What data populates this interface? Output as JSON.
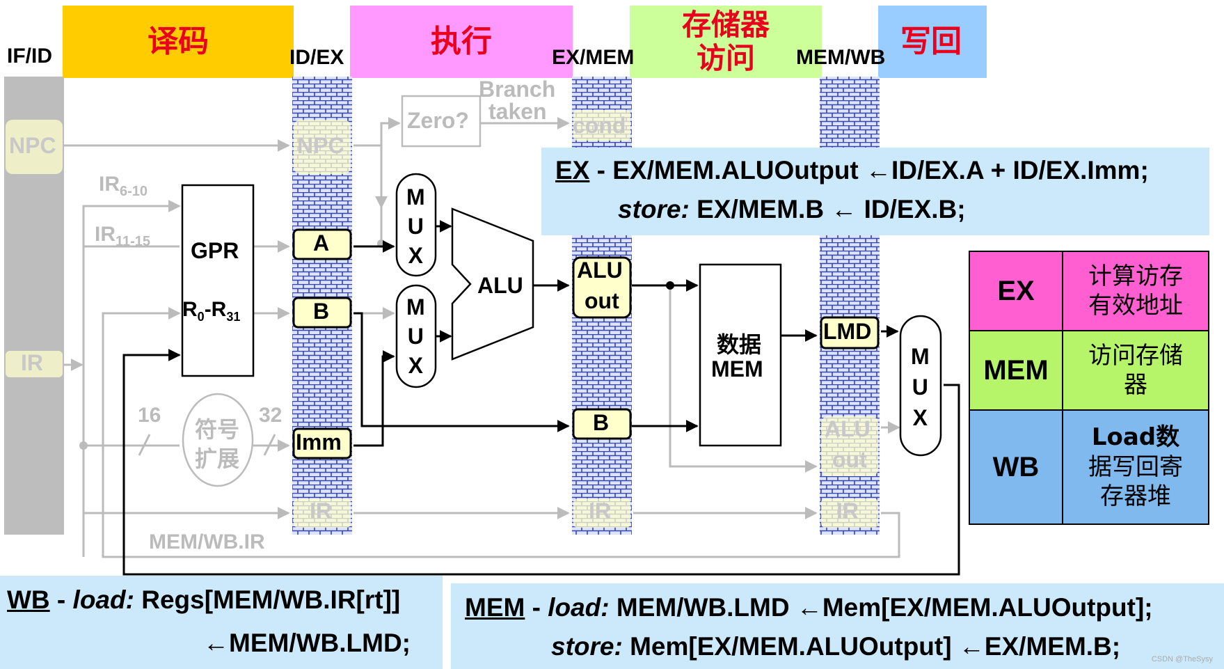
{
  "stages": {
    "decode": "译码",
    "execute": "执行",
    "memory_line1": "存储器",
    "memory_line2": "访问",
    "writeback": "写回"
  },
  "latches": {
    "ifid": "IF/ID",
    "idex": "ID/EX",
    "exmem": "EX/MEM",
    "memwb": "MEM/WB"
  },
  "registers": {
    "npc": "NPC",
    "ir": "IR",
    "a": "A",
    "b": "B",
    "imm": "Imm",
    "cond": "cond",
    "alu_out_1": "ALU",
    "alu_out_2": "out",
    "lmd": "LMD"
  },
  "units": {
    "gpr": "GPR",
    "regs_base": "R",
    "regs_sub0": "0",
    "regs_dash": "-R",
    "regs_sub31": "31",
    "alu": "ALU",
    "mux_m": "M",
    "mux_u": "U",
    "mux_x": "X",
    "dmem_line1": "数据",
    "dmem_line2": "MEM",
    "zero": "Zero?",
    "branch_taken_1": "Branch",
    "branch_taken_2": "taken",
    "sign_ext_1": "符号",
    "sign_ext_2": "扩展"
  },
  "labels": {
    "ir_6_10_base": "IR",
    "ir_6_10_sub": "6-10",
    "ir_11_15_base": "IR",
    "ir_11_15_sub": "11-15",
    "width_16": "16",
    "width_32": "32",
    "memwb_ir": "MEM/WB.IR"
  },
  "ex_box": {
    "stage": "EX",
    "line1": " - EX/MEM.ALUOutput ←ID/EX.A + ID/EX.Imm;",
    "store_kw": "store:",
    "line2": " EX/MEM.B ← ID/EX.B;"
  },
  "wb_box": {
    "stage": "WB",
    "dash": " - ",
    "load_kw": "load:",
    "line1": " Regs[MEM/WB.IR[rt]]",
    "line2": "←MEM/WB.LMD;"
  },
  "mem_box": {
    "stage": "MEM",
    "dash": " - ",
    "load_kw": "load:",
    "line1": " MEM/WB.LMD ←Mem[EX/MEM.ALUOutput];",
    "store_kw": "store:",
    "line2": " Mem[EX/MEM.ALUOutput] ←EX/MEM.B;"
  },
  "summary_table": {
    "rows": [
      {
        "stage": "EX",
        "desc_l1": "计算访存",
        "desc_l2": "有效地址",
        "color": "#ff5fd0"
      },
      {
        "stage": "MEM",
        "desc_l1": "访问存储",
        "desc_l2": "器",
        "color": "#b6f56a"
      },
      {
        "stage": "WB",
        "desc_l0": "Load数",
        "desc_l1": "据写回寄",
        "desc_l2": "存器堆",
        "color": "#7fb9ee"
      }
    ]
  },
  "watermark": "CSDN @TheSysy",
  "colors": {
    "decode_bg": "#ffcc00",
    "execute_bg": "#ff99ff",
    "memory_bg": "#ccff99",
    "writeback_bg": "#99ccff",
    "stage_text": "#e8001c",
    "info_bg": "#cce9fb",
    "reg_fill": "#ffffcc",
    "latch_hatch": "#3344aa",
    "gray_line": "#bbbbbb"
  }
}
